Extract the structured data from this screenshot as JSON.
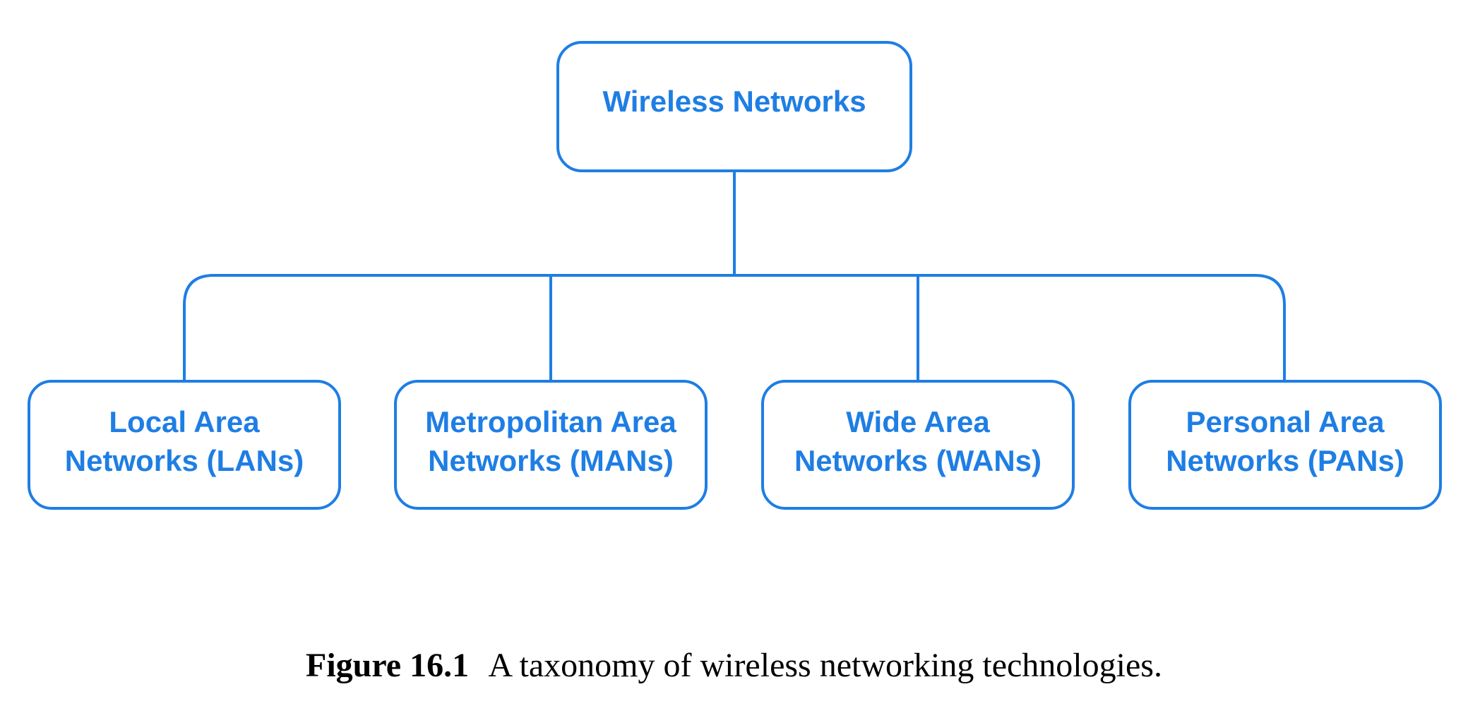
{
  "diagram": {
    "color": "#1e7ee4",
    "root": {
      "label": "Wireless Networks"
    },
    "children": [
      {
        "line1": "Local Area",
        "line2": "Networks (LANs)"
      },
      {
        "line1": "Metropolitan Area",
        "line2": "Networks (MANs)"
      },
      {
        "line1": "Wide Area",
        "line2": "Networks (WANs)"
      },
      {
        "line1": "Personal Area",
        "line2": "Networks (PANs)"
      }
    ]
  },
  "caption": {
    "label": "Figure 16.1",
    "text": "A taxonomy of wireless networking technologies."
  }
}
